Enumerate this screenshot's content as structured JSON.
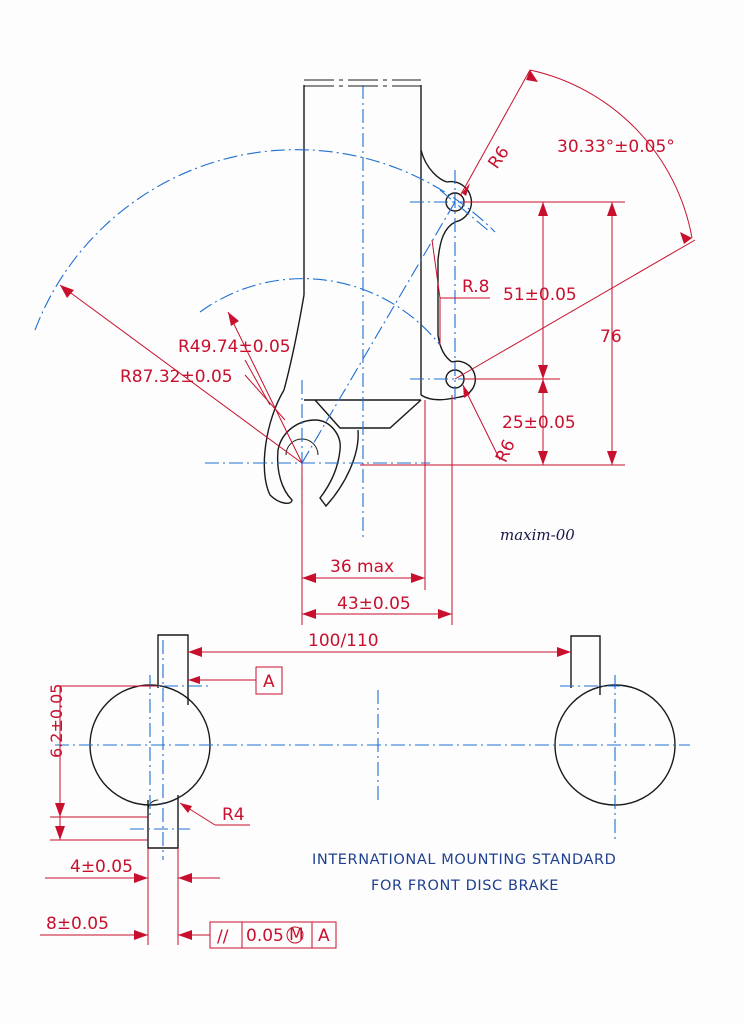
{
  "dimensions": {
    "r6_top": "R6",
    "angle": "30.33°±0.05°",
    "r8": "R.8",
    "d51": "51±0.05",
    "d76": "76",
    "r49": "R49.74±0.05",
    "r87": "R87.32±0.05",
    "d25": "25±0.05",
    "r6_bottom": "R6",
    "d36": "36 max",
    "d43": "43±0.05",
    "d100": "100/110",
    "datum": "A",
    "d62": "6.2±0.05",
    "r4": "R4",
    "d4": "4±0.05",
    "d8": "8±0.05"
  },
  "tolerance_frame": {
    "symbol": "//",
    "value": "0.05",
    "modifier": "M",
    "datum": "A"
  },
  "title_note": {
    "line1": "INTERNATIONAL MOUNTING STANDARD",
    "line2": "FOR FRONT DISC BRAKE"
  },
  "signature": "maxim-00",
  "colors": {
    "outline": "#1a1a1a",
    "centerline": "#1f6fd0",
    "dimension": "#c8102e",
    "note": "#1f3f90"
  }
}
